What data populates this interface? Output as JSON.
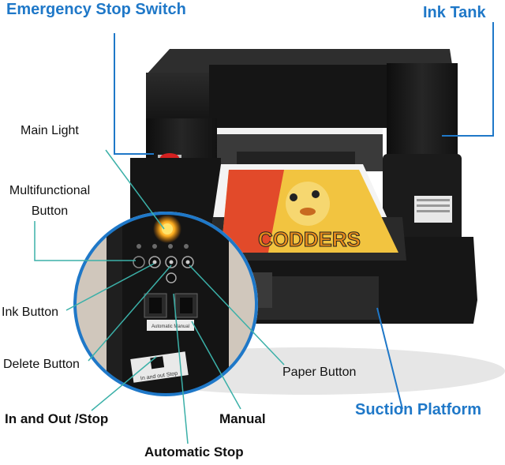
{
  "callouts": {
    "emergency_stop_switch": "Emergency Stop Switch",
    "ink_tank": "Ink Tank",
    "main_light": "Main Light",
    "multifunctional_button_line1": "Multifunctional",
    "multifunctional_button_line2": "Button",
    "ink_button": "Ink Button",
    "delete_button": "Delete Button",
    "in_and_out_stop": "In and Out /Stop",
    "automatic_stop": "Automatic Stop",
    "manual": "Manual",
    "paper_button": "Paper Button",
    "suction_platform": "Suction Platform"
  },
  "panel_labels": {
    "switch_tag": "Automatic Manual",
    "card_text": "In and out Stop"
  },
  "print_text": "CODDERS",
  "colors": {
    "callout_blue": "#1f78c8",
    "leader_teal": "#3bb0a8",
    "printer_black": "#1a1a1a",
    "indicator_orange": "#ffb020",
    "emergency_red": "#d42020"
  }
}
